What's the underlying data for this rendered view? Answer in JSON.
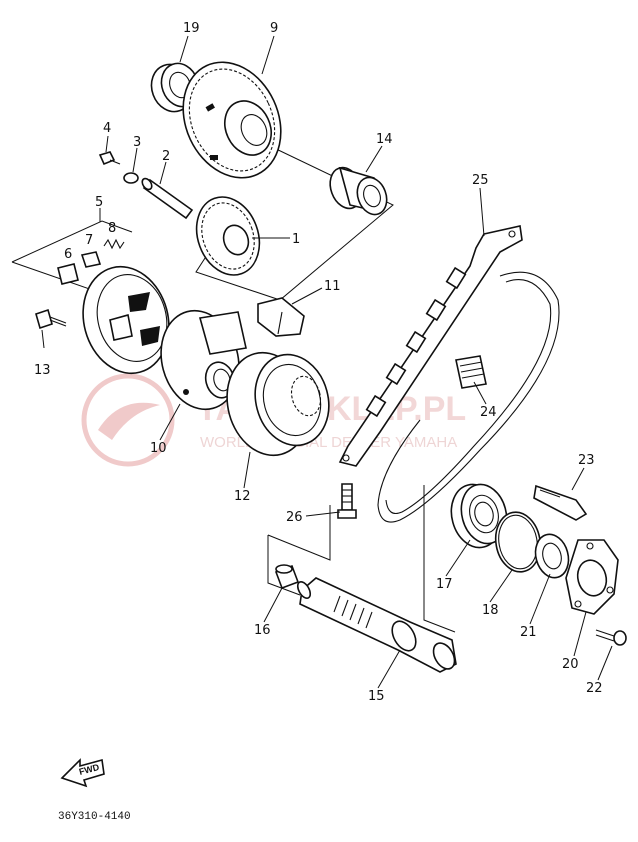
{
  "diagram": {
    "code_label": "36Y310-4140",
    "fwd_label": "FWD",
    "watermark": {
      "main": "YAMA-SKLEP.PL",
      "sub": "WORLD OFFICIAL DEALER YAMAHA"
    },
    "callouts": {
      "c1": "1",
      "c2": "2",
      "c3": "3",
      "c4": "4",
      "c5": "5",
      "c6": "6",
      "c7": "7",
      "c8": "8",
      "c9": "9",
      "c10": "10",
      "c11": "11",
      "c12": "12",
      "c13": "13",
      "c14": "14",
      "c15": "15",
      "c16": "16",
      "c17": "17",
      "c18": "18",
      "c19": "19",
      "c20": "20",
      "c21": "21",
      "c22": "22",
      "c23": "23",
      "c24": "24",
      "c25": "25",
      "c26": "26"
    }
  }
}
